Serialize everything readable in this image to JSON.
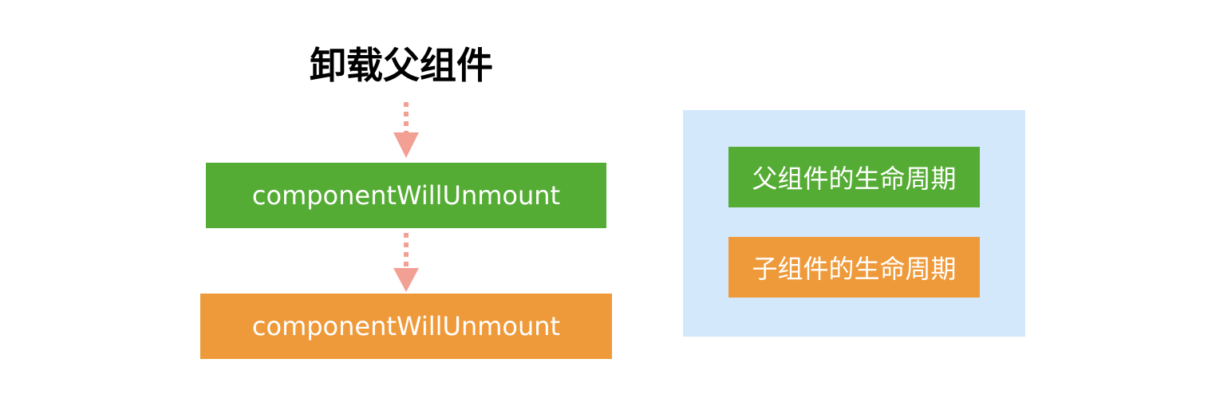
{
  "title": "卸载父组件",
  "parent_method": "componentWillUnmount",
  "child_method": "componentWillUnmount",
  "legend": {
    "parent_label": "父组件的生命周期",
    "child_label": "子组件的生命周期"
  },
  "colors": {
    "parent": "#55ac34",
    "child": "#ef9a3a",
    "arrow": "#f2a094",
    "legend_bg": "#d3e8fb"
  }
}
